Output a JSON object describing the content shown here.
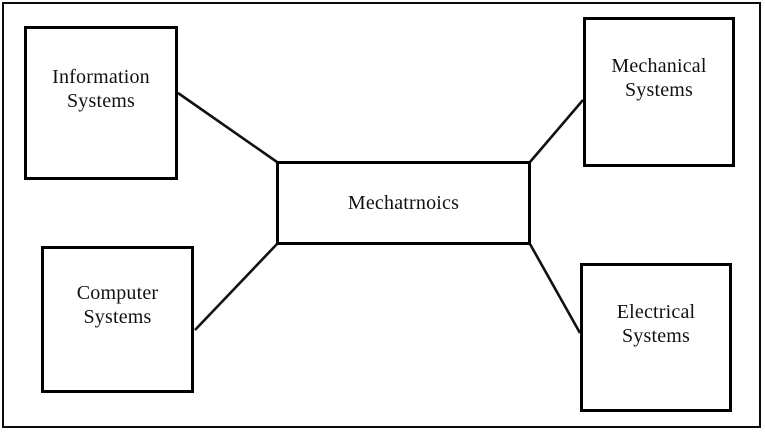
{
  "diagram": {
    "type": "block-diagram",
    "title_text": "",
    "colors": {
      "background": "#ffffff",
      "box_border": "#000000",
      "connector_line": "#111111",
      "text": "#111111",
      "frame_border": "#0a0a0a"
    },
    "center_node": {
      "id": "mechatronics",
      "label": "Mechatrnoics",
      "lines": [
        "Mechatrnoics"
      ]
    },
    "nodes": [
      {
        "id": "information-systems",
        "label": "Information Systems",
        "lines": [
          "Information",
          "Systems"
        ],
        "position": "top-left"
      },
      {
        "id": "mechanical-systems",
        "label": "Mechanical Systems",
        "lines": [
          "Mechanical",
          "Systems"
        ],
        "position": "top-right"
      },
      {
        "id": "computer-systems",
        "label": "Computer Systems",
        "lines": [
          "Computer",
          "Systems"
        ],
        "position": "bottom-left"
      },
      {
        "id": "electrical-systems",
        "label": "Electrical Systems",
        "lines": [
          "Electrical",
          "Systems"
        ],
        "position": "bottom-right"
      }
    ],
    "connections": [
      {
        "from": "information-systems",
        "to": "mechatronics"
      },
      {
        "from": "mechanical-systems",
        "to": "mechatronics"
      },
      {
        "from": "computer-systems",
        "to": "mechatronics"
      },
      {
        "from": "electrical-systems",
        "to": "mechatronics"
      }
    ]
  }
}
